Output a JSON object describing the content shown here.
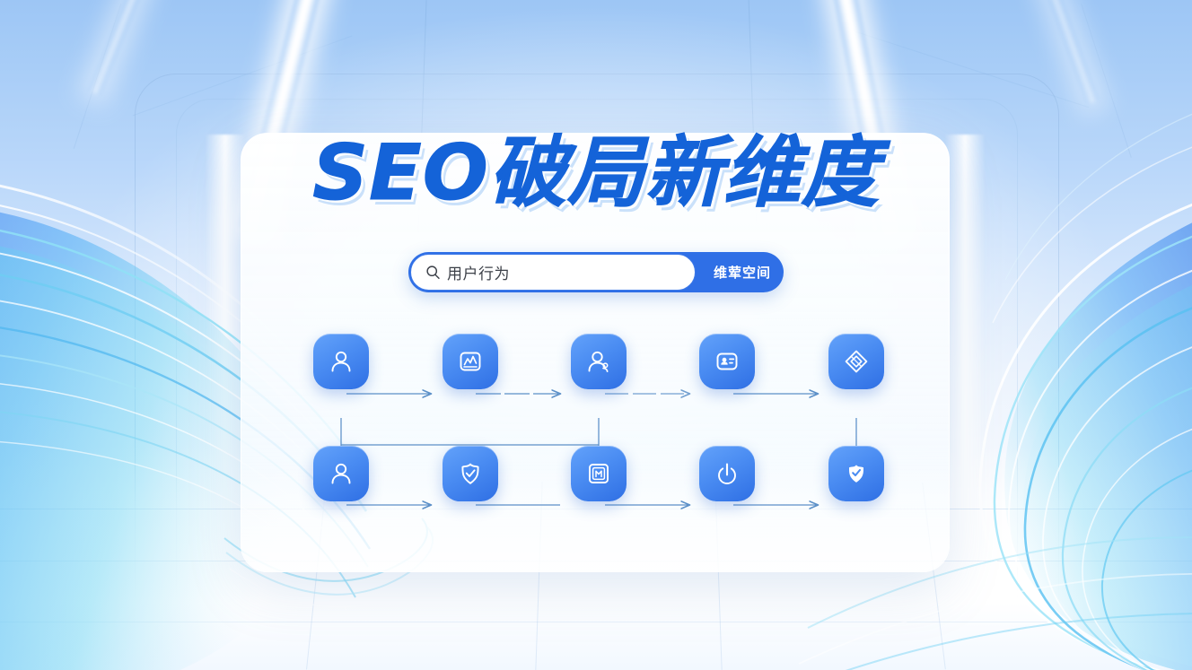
{
  "poster": {
    "title": "SEO破局新维度",
    "title_color": "#1463d8"
  },
  "search": {
    "value": "用户行为",
    "placeholder": "用户行为",
    "icon": "search-icon",
    "button_label": "维荤空间",
    "button_color": "#2f6fe6",
    "field_bg": "#ffffff",
    "field_border": "#3d79e8"
  },
  "flow": {
    "node_gradient_from": "#63a2fa",
    "node_gradient_to": "#2f6fe4",
    "connector_color": "#5c90c8",
    "rows": [
      {
        "name": "top-row",
        "nodes": [
          {
            "icon": "user-icon",
            "label": "user"
          },
          {
            "icon": "chart-frame-icon",
            "label": "analytics"
          },
          {
            "icon": "user-add-icon",
            "label": "user-add"
          },
          {
            "icon": "id-card-icon",
            "label": "profile-card"
          },
          {
            "icon": "diamond-icon",
            "label": "value"
          }
        ]
      },
      {
        "name": "bottom-row",
        "nodes": [
          {
            "icon": "user-icon",
            "label": "user"
          },
          {
            "icon": "shield-check-icon",
            "label": "trust"
          },
          {
            "icon": "document-frame-icon",
            "label": "content"
          },
          {
            "icon": "power-icon",
            "label": "activate"
          },
          {
            "icon": "shield-filled-icon",
            "label": "verified"
          }
        ]
      }
    ],
    "connectors": [
      "top-1-to-2",
      "top-2-to-3",
      "top-3-to-4",
      "top-4-to-5",
      "bottom-1-to-2",
      "bottom-2-to-3",
      "bottom-3-to-4",
      "bottom-4-to-5",
      "top-1-down",
      "top-3-down",
      "top-5-down",
      "crossbar-1-to-3"
    ]
  }
}
